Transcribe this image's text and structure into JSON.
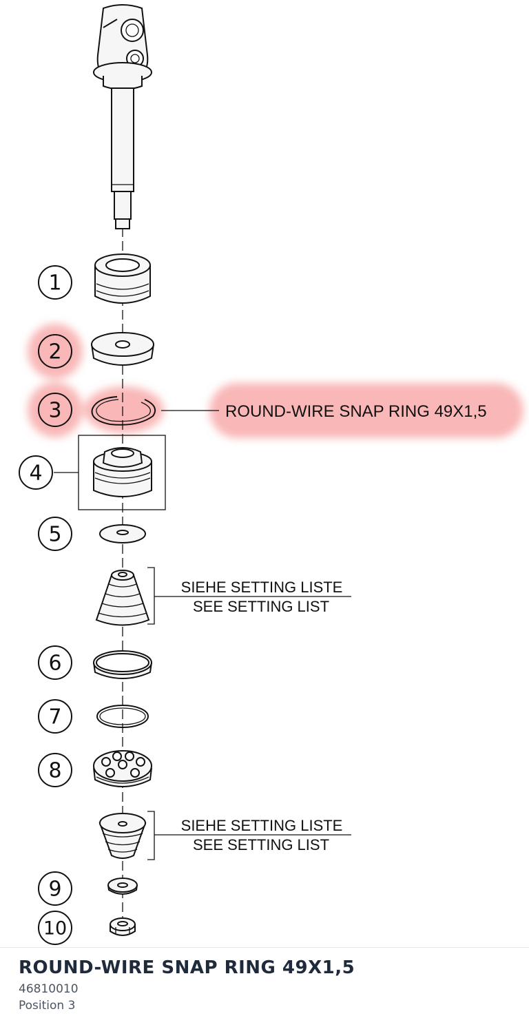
{
  "diagram": {
    "position_labels": [
      "1",
      "2",
      "3",
      "4",
      "5",
      "6",
      "7",
      "8",
      "9",
      "10"
    ],
    "highlighted_positions": [
      "2",
      "3"
    ],
    "callout_label": "ROUND-WIRE SNAP RING 49X1,5",
    "setting_note_1": {
      "line1": "SIEHE SETTING LISTE",
      "line2": "SEE SETTING LIST"
    },
    "setting_note_2": {
      "line1": "SIEHE SETTING LISTE",
      "line2": "SEE SETTING LIST"
    },
    "highlight_color": "#f47c7c"
  },
  "part": {
    "title": "ROUND-WIRE SNAP RING 49X1,5",
    "number": "46810010",
    "position": "Position 3"
  }
}
